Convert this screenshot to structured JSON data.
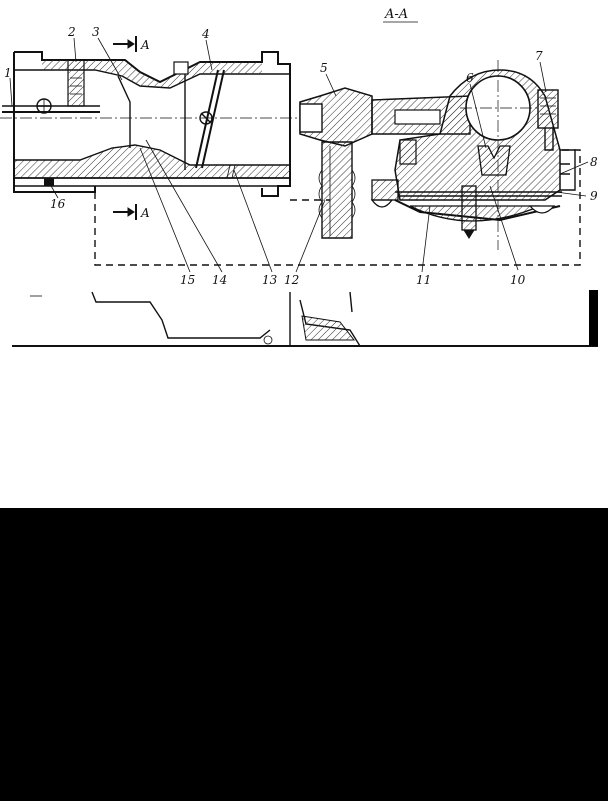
{
  "section_title": "A-A",
  "cut_marks": [
    "A",
    "A"
  ],
  "part_numbers": [
    "1",
    "2",
    "3",
    "4",
    "5",
    "6",
    "7",
    "8",
    "9",
    "10",
    "11",
    "12",
    "13",
    "14",
    "15",
    "16"
  ],
  "colors": {
    "ink": "#111111",
    "hatch": "#333333",
    "background": "#ffffff",
    "blackout": "#000000"
  }
}
